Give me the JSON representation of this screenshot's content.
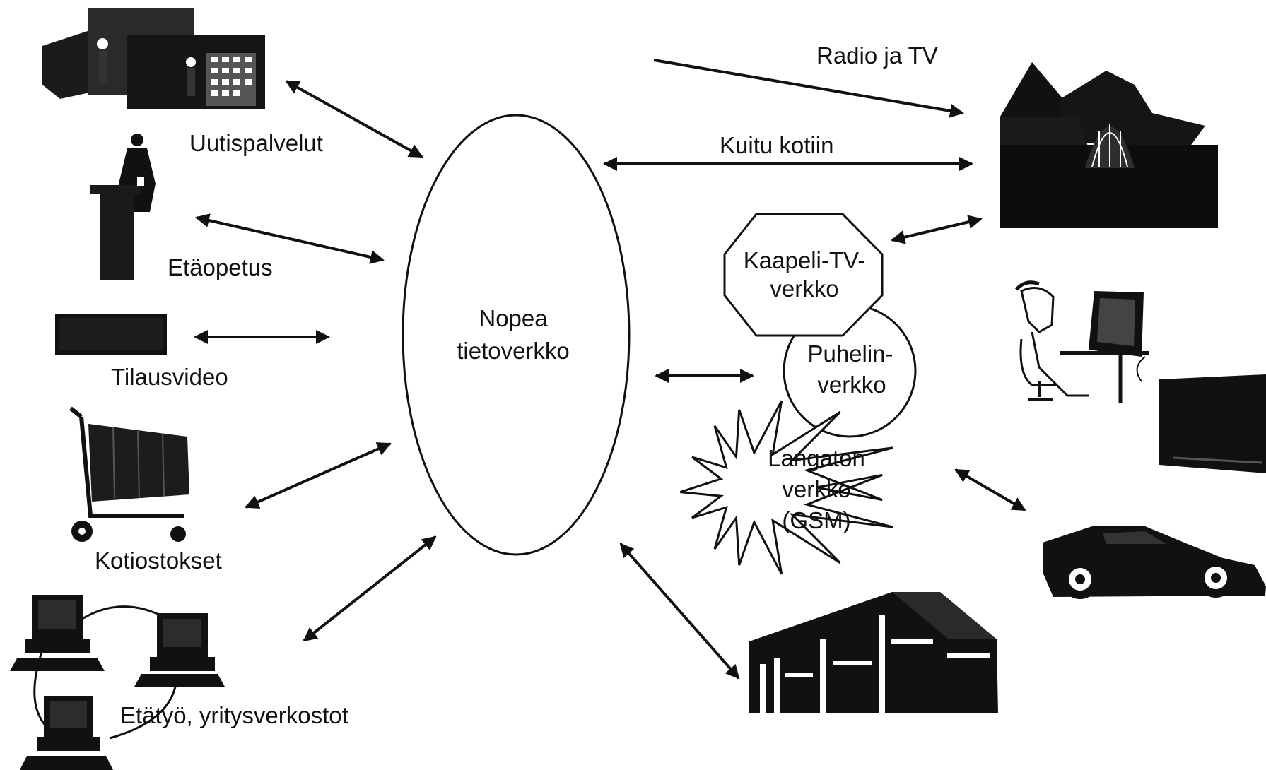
{
  "center": {
    "line1": "Nopea",
    "line2": "tietoverkko"
  },
  "services": {
    "news": "Uutispalvelut",
    "distance_learning": "Etäopetus",
    "video_on_demand": "Tilausvideo",
    "home_shopping": "Kotiostokset",
    "telework": "Etätyö, yritysverkostot"
  },
  "links": {
    "radio_tv": "Radio ja TV",
    "fiber_home": "Kuitu kotiin"
  },
  "networks": {
    "cable_tv": {
      "line1": "Kaapeli-TV-",
      "line2": "verkko"
    },
    "phone": {
      "line1": "Puhelin-",
      "line2": "verkko"
    },
    "wireless": {
      "line1": "Langaton",
      "line2": "verkko",
      "line3": "(GSM)"
    }
  },
  "colors": {
    "ink": "#111111",
    "background": "#ffffff"
  }
}
